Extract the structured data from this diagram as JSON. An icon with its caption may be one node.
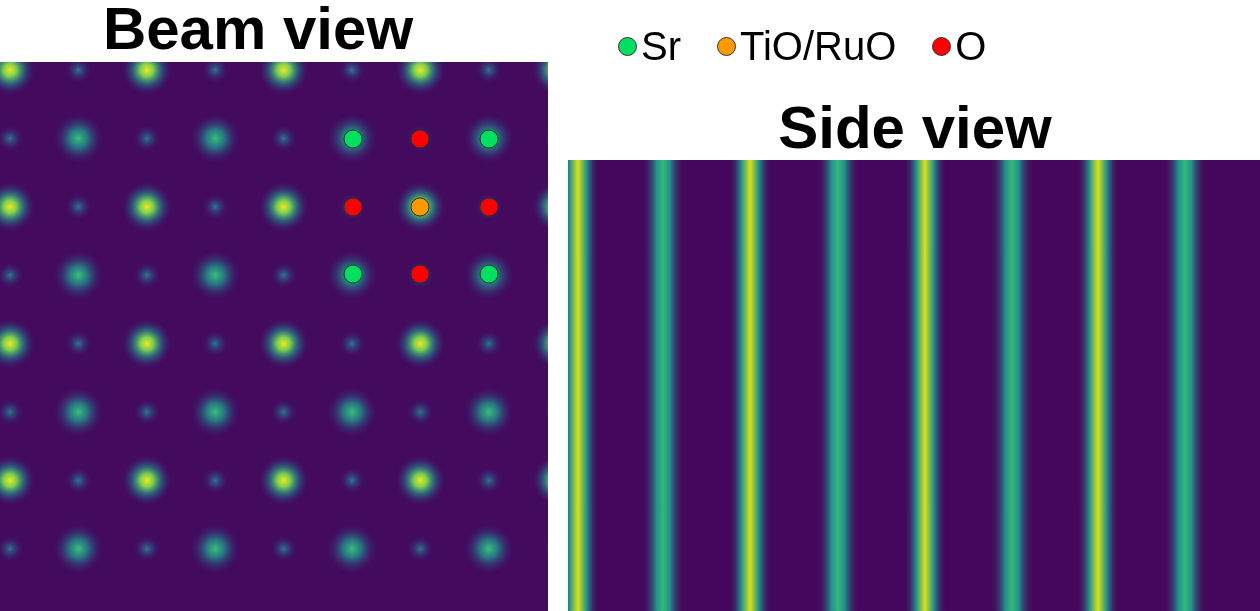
{
  "diagram": {
    "labels": [
      "Beam view",
      "Side view"
    ],
    "legend": [
      {
        "text": "Sr",
        "color": "#00e060"
      },
      {
        "text": "TiO/RuO",
        "color": "#ff9900"
      },
      {
        "text": "O",
        "color": "#ff0000"
      }
    ]
  }
}
